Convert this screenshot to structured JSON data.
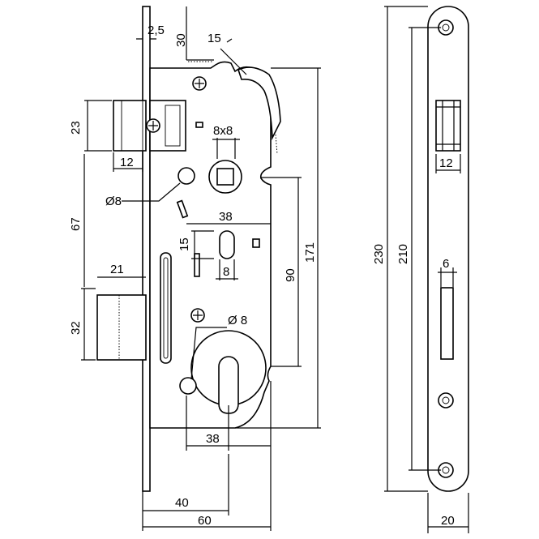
{
  "drawing": {
    "dimensions": {
      "plate_thickness": "2,5",
      "top_offset": "30",
      "angle": "15",
      "latch_height": "23",
      "latch_projection": "12",
      "square_spindle": "8x8",
      "hole_diameter_top": "Ø8",
      "spindle_to_cylinder": "38",
      "slot_height": "15",
      "slot_width": "8",
      "latch_to_bolt_distance": "67",
      "bolt_projection": "21",
      "bolt_height": "32",
      "hole_diameter_bottom": "Ø 8",
      "handle_to_cylinder": "90",
      "case_height": "171",
      "cylinder_offset": "38",
      "backset": "40",
      "overall_depth": "60",
      "faceplate_length": "230",
      "faceplate_hole_spacing": "210",
      "faceplate_latch_opening": "12",
      "faceplate_bolt_opening": "6",
      "faceplate_width": "20"
    }
  }
}
